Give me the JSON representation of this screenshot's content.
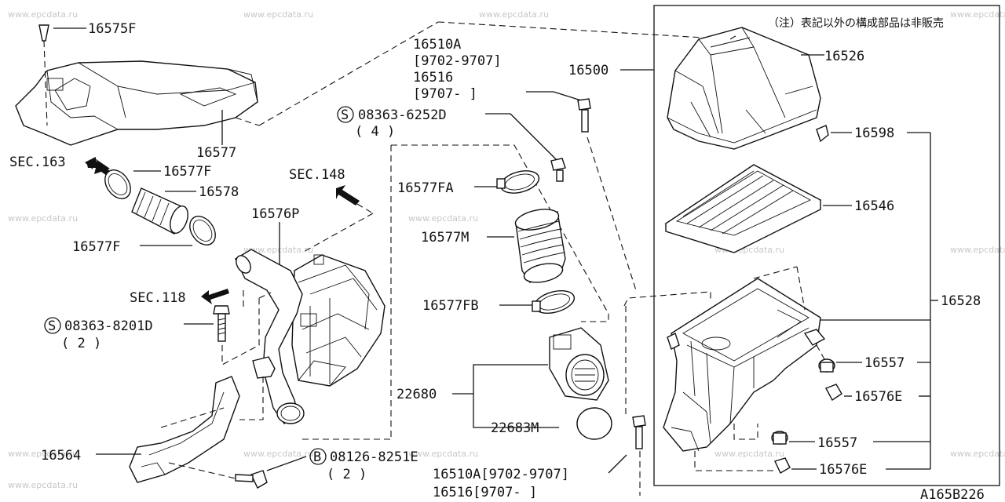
{
  "watermark": "www.epcdata.ru",
  "note": "（注）表記以外の構成部品は非販売",
  "diagram_code": "A165B226",
  "labels": {
    "p16575F": "16575F",
    "p16577": "16577",
    "sec163": "SEC.163",
    "p16577F_top": "16577F",
    "p16578": "16578",
    "sec148": "SEC.148",
    "p16576P": "16576P",
    "p16577F_bot": "16577F",
    "sec118": "SEC.118",
    "bolt8201": "08363-8201D",
    "bolt8201_qty": "( 2 )",
    "p16564": "16564",
    "bolt8251": "08126-8251E",
    "bolt8251_qty": "( 2 )",
    "p16510A_top": "16510A",
    "p16510A_top_range": "[9702-9707]",
    "p16516_top": "16516",
    "p16516_top_range": "[9707-     ]",
    "bolt6252": "08363-6252D",
    "bolt6252_qty": "( 4 )",
    "p16577FA": "16577FA",
    "p16577M": "16577M",
    "p16577FB": "16577FB",
    "p22680": "22680",
    "p22683M": "22683M",
    "p16510A_bot": "16510A[9702-9707]",
    "p16516_bot": "16516[9707-     ]",
    "p16500": "16500",
    "p16526": "16526",
    "p16598": "16598",
    "p16546": "16546",
    "p16528": "16528",
    "p16557_top": "16557",
    "p16576E_top": "16576E",
    "p16557_bot": "16557",
    "p16576E_bot": "16576E",
    "s_mark": "S",
    "b_mark": "B"
  }
}
